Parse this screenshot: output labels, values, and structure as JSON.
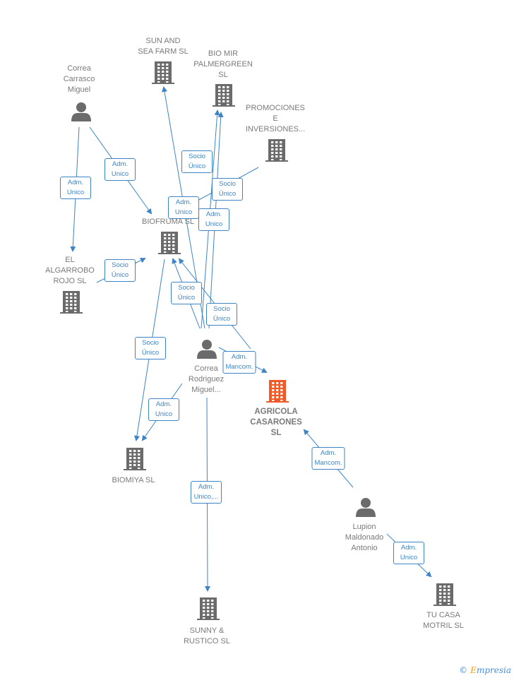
{
  "colors": {
    "edge": "#3d85c6",
    "node": "#6b6b6b",
    "focus": "#f05a28",
    "label_text": "#7a7a7a"
  },
  "nodes": [
    {
      "id": "sun_and_sea",
      "type": "company",
      "label": "SUN AND\nSEA FARM  SL",
      "icon": "building-icon"
    },
    {
      "id": "bio_mir",
      "type": "company",
      "label": "BIO MIR\nPALMERGREEN\nSL",
      "icon": "building-icon"
    },
    {
      "id": "promociones",
      "type": "company",
      "label": "PROMOCIONES\nE\nINVERSIONES...",
      "icon": "building-icon"
    },
    {
      "id": "correa_carrasco",
      "type": "person",
      "label": "Correa\nCarrasco\nMiguel",
      "icon": "person-icon"
    },
    {
      "id": "biofruma",
      "type": "company",
      "label": "BIOFRUMA  SL",
      "icon": "building-icon"
    },
    {
      "id": "el_algarrobo",
      "type": "company",
      "label": "EL\nALGARROBO\nROJO SL",
      "icon": "building-icon"
    },
    {
      "id": "correa_rodriguez",
      "type": "person",
      "label": "Correa\nRodriguez\nMiguel...",
      "icon": "person-icon"
    },
    {
      "id": "agricola",
      "type": "company",
      "focus": true,
      "label": "AGRICOLA\nCASARONES\nSL",
      "icon": "building-icon"
    },
    {
      "id": "biomiya",
      "type": "company",
      "label": "BIOMIYA  SL",
      "icon": "building-icon"
    },
    {
      "id": "lupion",
      "type": "person",
      "label": "Lupion\nMaldonado\nAntonio",
      "icon": "person-icon"
    },
    {
      "id": "sunny",
      "type": "company",
      "label": "SUNNY &\nRUSTICO  SL",
      "icon": "building-icon"
    },
    {
      "id": "tu_casa",
      "type": "company",
      "label": "TU CASA\nMOTRIL  SL",
      "icon": "building-icon"
    }
  ],
  "edges": [
    {
      "from": "correa_carrasco",
      "to": "el_algarrobo",
      "label": "Adm.\nUnico"
    },
    {
      "from": "correa_carrasco",
      "to": "biofruma",
      "label": "Adm.\nUnico"
    },
    {
      "from": "correa_rodriguez",
      "to": "sun_and_sea",
      "label": "Adm.\nUnico"
    },
    {
      "from": "correa_rodriguez",
      "to": "bio_mir",
      "label": "Socio\nÚnico"
    },
    {
      "from": "correa_rodriguez",
      "to": "bio_mir",
      "label": "Adm.\nUnico"
    },
    {
      "from": "biofruma",
      "to": "promociones",
      "label": "Socio\nÚnico"
    },
    {
      "from": "el_algarrobo",
      "to": "biofruma",
      "label": "Socio\nÚnico"
    },
    {
      "from": "correa_rodriguez",
      "to": "biofruma",
      "label": "Socio\nÚnico"
    },
    {
      "from": "agricola",
      "to": "biofruma",
      "label": "Socio\nÚnico"
    },
    {
      "from": "biofruma",
      "to": "biomiya",
      "label": "Socio\nÚnico"
    },
    {
      "from": "correa_rodriguez",
      "to": "agricola",
      "label": "Adm.\nMancom."
    },
    {
      "from": "correa_rodriguez",
      "to": "biomiya",
      "label": "Adm.\nUnico"
    },
    {
      "from": "correa_rodriguez",
      "to": "sunny",
      "label": "Adm.\nUnico,..."
    },
    {
      "from": "lupion",
      "to": "agricola",
      "label": "Adm.\nMancom."
    },
    {
      "from": "lupion",
      "to": "tu_casa",
      "label": "Adm.\nUnico"
    }
  ],
  "brand": {
    "copyright": "©",
    "name_initial": "E",
    "name_rest": "mpresia"
  }
}
